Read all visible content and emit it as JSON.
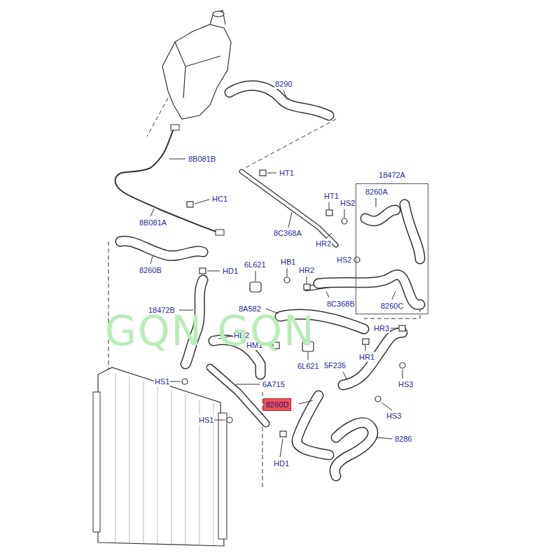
{
  "diagram": {
    "nodes": [
      {
        "text": [
          "18472A"
        ]
      },
      {
        "text": [
          "8260D"
        ]
      }
    ],
    "labels": [
      "8290",
      "8B081B",
      "HT1",
      "HC1",
      "HT1",
      "HS2",
      "8260A",
      "8B081A",
      "8C368A",
      "HR2",
      "HS2",
      "HR2",
      "8260B",
      "HD1",
      "6L621",
      "HB1",
      "8C368B",
      "8260C",
      "8A582",
      "18472B",
      "HD2",
      "HM1",
      "HR3",
      "HR1",
      "5F235",
      "6L621",
      "HS1",
      "6A715",
      "HS3",
      "HS3",
      "HS1",
      "8286",
      "HD1",
      "GQN GQN"
    ]
  }
}
